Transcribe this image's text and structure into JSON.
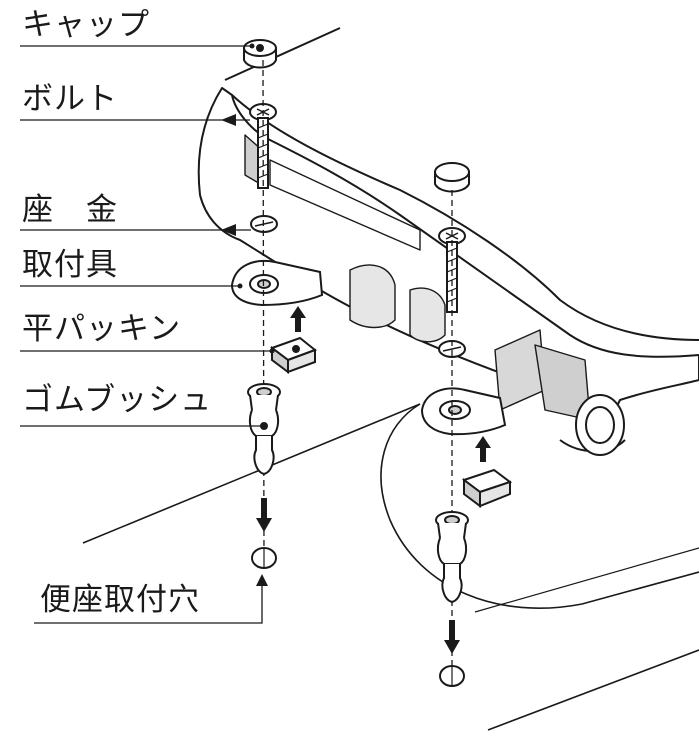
{
  "labels": {
    "cap": "キャップ",
    "bolt": "ボルト",
    "washer": "座　金",
    "mount": "取付具",
    "packing": "平パッキン",
    "bushing": "ゴムブッシュ",
    "hole": "便座取付穴"
  },
  "colors": {
    "line": "#1a1a1a",
    "part_fill": "#ffffff",
    "shade": "#cfcfcf",
    "dark": "#2a2a2a"
  }
}
